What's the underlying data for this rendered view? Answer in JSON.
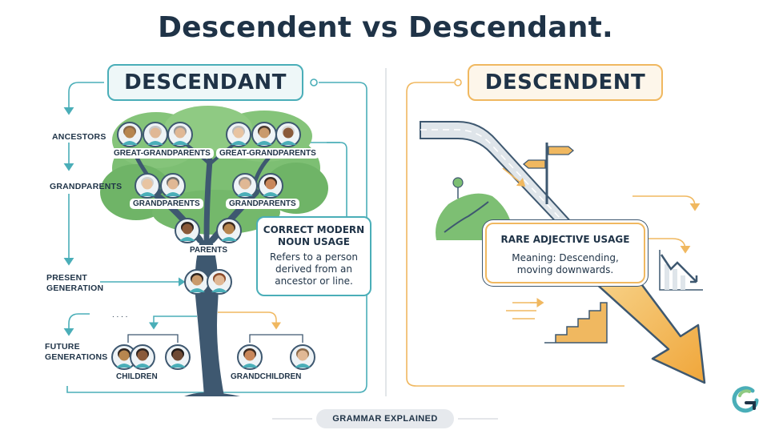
{
  "title": "Descendent vs Descendant.",
  "left": {
    "heading": "DESCENDANT",
    "generations": {
      "ancestors": "ANCESTORS",
      "grandparents": "GRANDPARENTS",
      "present_line1": "PRESENT",
      "present_line2": "GENERATION",
      "future_line1": "FUTURE",
      "future_line2": "GENERATIONS"
    },
    "tree_labels": {
      "great_grandparents_left": "GREAT-GRANDPARENTS",
      "great_grandparents_right": "GREAT-GRANDPARENTS",
      "grandparents_left": "GRANDPARENTS",
      "grandparents_right": "GRANDPARENTS",
      "parents": "PARENTS",
      "children": "CHILDREN",
      "grandchildren": "GRANDCHILDREN"
    },
    "card": {
      "heading_line1": "CORRECT MODERN",
      "heading_line2": "NOUN USAGE",
      "body_line1": "Refers to a person",
      "body_line2": "derived from an",
      "body_line3": "ancestor or line."
    }
  },
  "right": {
    "heading": "DESCENDENT",
    "card": {
      "heading": "RARE ADJECTIVE USAGE",
      "body_line1": "Meaning: Descending,",
      "body_line2": "moving downwards."
    }
  },
  "footer": "GRAMMAR EXPLAINED",
  "colors": {
    "navy": "#1f3347",
    "teal": "#4aaeb8",
    "orange": "#f0b860",
    "leaf": "#7dbf73",
    "trunk": "#3e5870"
  },
  "icons": [
    "grammar-logo-icon",
    "signpost-icon",
    "stairs-icon",
    "declining-chart-icon",
    "down-arrow-icon",
    "person-avatar-icon"
  ]
}
